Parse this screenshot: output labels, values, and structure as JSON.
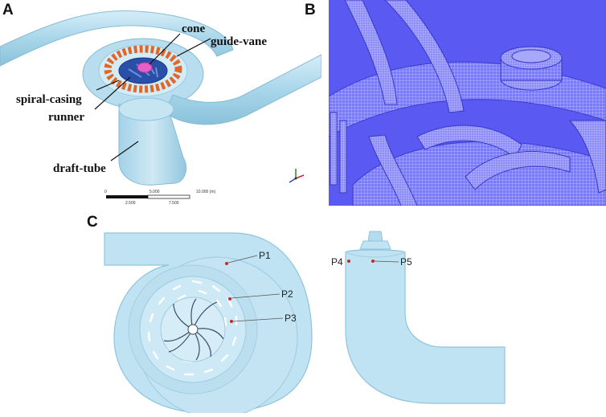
{
  "panels": {
    "a": {
      "letter": "A"
    },
    "b": {
      "letter": "B"
    },
    "c": {
      "letter": "C"
    }
  },
  "callouts": {
    "cone": "cone",
    "guide_vane": "guide-vane",
    "spiral_casing": "spiral-casing",
    "runner": "runner",
    "draft_tube": "draft-tube"
  },
  "scale_bar": {
    "ticks_top": [
      "0",
      "5.000",
      "10.000 (m)"
    ],
    "ticks_bottom": [
      "2.500",
      "7.500"
    ]
  },
  "monitor_points": {
    "p1": "P1",
    "p2": "P2",
    "p3": "P3",
    "p4": "P4",
    "p5": "P5"
  },
  "colors": {
    "casing": "#bfe3f2",
    "casing_edge": "#8fc4dc",
    "mesh_bg": "#5c5cf5",
    "guide_vane": "#e0672a",
    "runner": "#2a4fa8",
    "cone": "#e85fc8",
    "point_marker": "#c42a2a"
  }
}
